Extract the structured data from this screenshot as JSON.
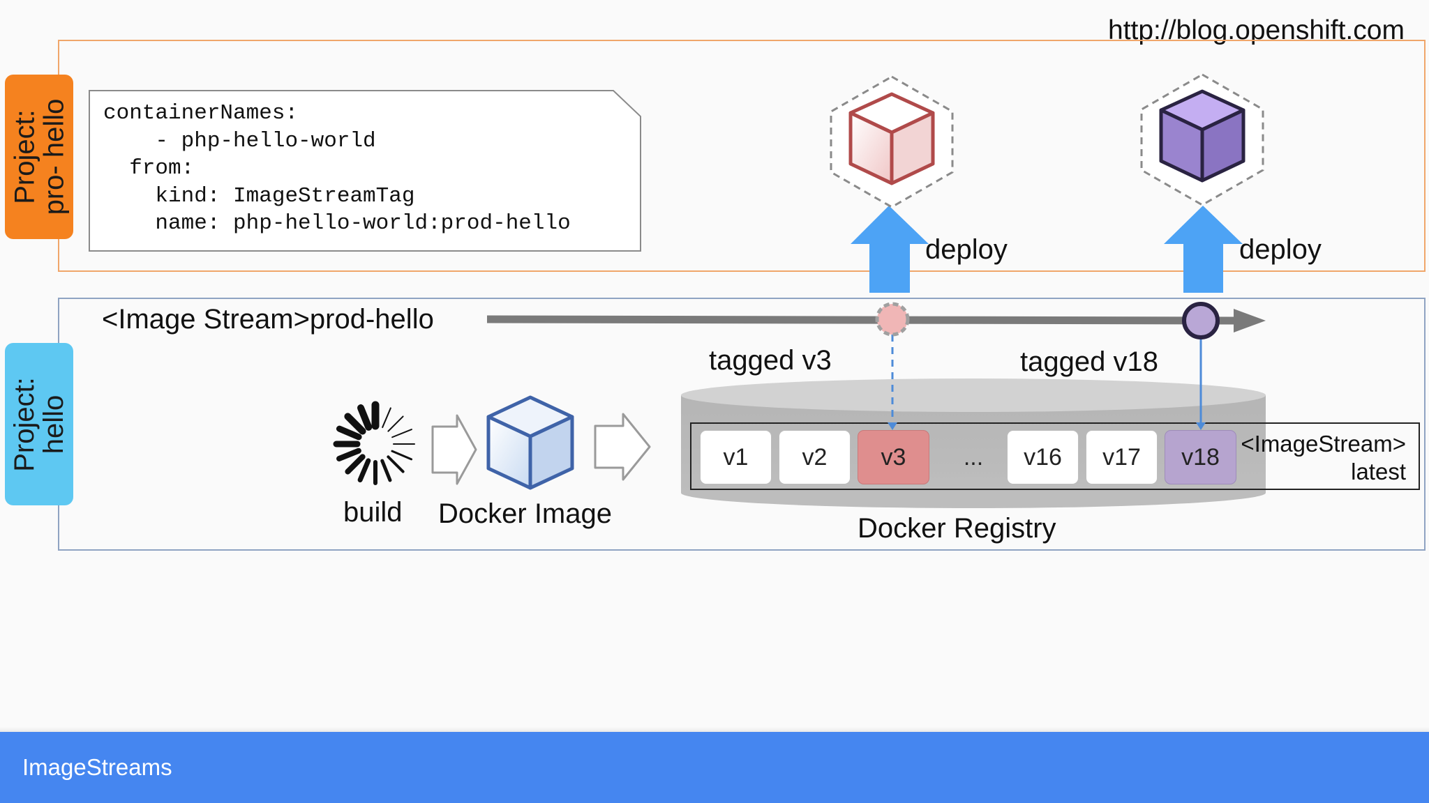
{
  "url": "http://blog.openshift.com",
  "projects": {
    "top_label": [
      "Project:",
      "pro- hello"
    ],
    "bottom_label": [
      "Project:",
      "hello"
    ]
  },
  "code": "containerNames:\n    - php-hello-world\n  from:\n    kind: ImageStreamTag\n    name: php-hello-world:prod-hello",
  "image_stream_label": "<Image Stream>prod-hello",
  "deploy_labels": [
    "deploy",
    "deploy"
  ],
  "tag_labels": [
    "tagged v3",
    "tagged v18"
  ],
  "build_label": "build",
  "docker_image_label": "Docker Image",
  "registry": {
    "label": "Docker Registry",
    "versions": [
      "v1",
      "v2",
      "v3",
      "...",
      "v16",
      "v17",
      "v18"
    ],
    "latest_label_line1": "<ImageStream>",
    "latest_label_line2": "latest"
  },
  "footer": {
    "title": "ImageStreams"
  },
  "colors": {
    "top_tab": "#f5821f",
    "bottom_tab": "#5ec8f2",
    "deploy_arrow": "#4da3f5",
    "v3_highlight": "#df8e8e",
    "v18_highlight": "#b6a4cf",
    "footer": "#4586f0"
  },
  "icons": [
    "loading-spinner-icon",
    "docker-image-cube-icon",
    "red-container-cube-icon",
    "purple-container-cube-icon",
    "right-arrow-icon"
  ]
}
